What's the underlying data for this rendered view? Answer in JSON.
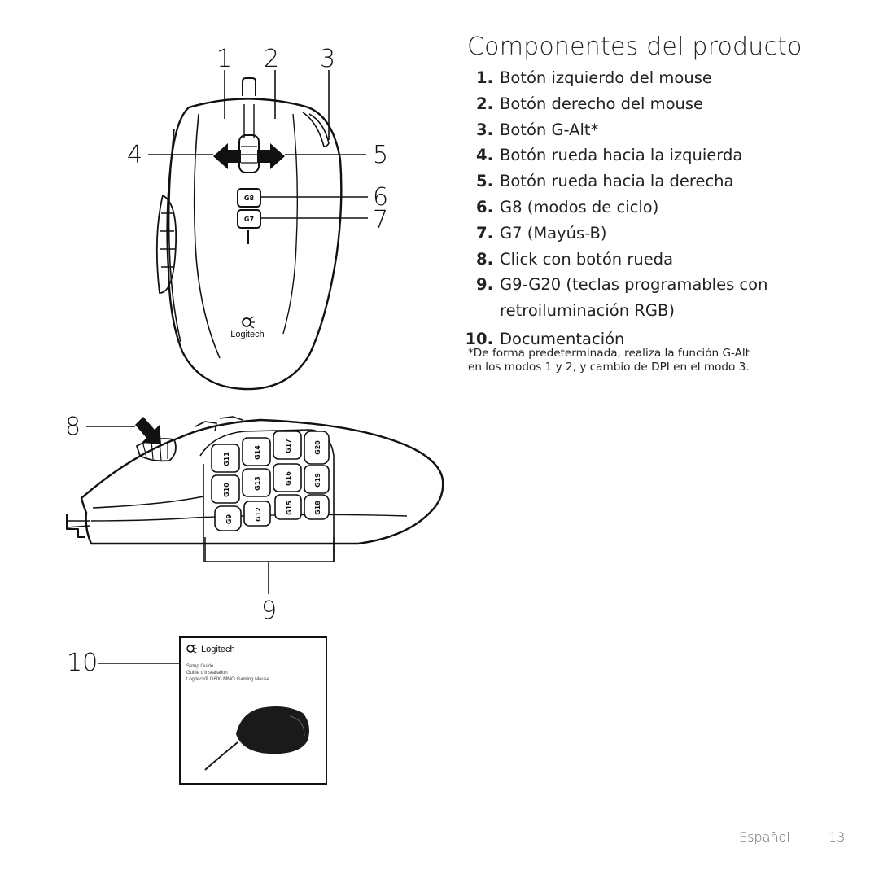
{
  "page": {
    "title": "Componentes del producto",
    "language": "Español",
    "page_number": "13"
  },
  "callouts": [
    "1",
    "2",
    "3",
    "4",
    "5",
    "6",
    "7",
    "8",
    "9",
    "10"
  ],
  "components": [
    {
      "num": "1.",
      "text": "Botón izquierdo del mouse"
    },
    {
      "num": "2.",
      "text": "Botón derecho del mouse"
    },
    {
      "num": "3.",
      "text": "Botón G-Alt*"
    },
    {
      "num": "4.",
      "text": "Botón rueda hacia la izquierda"
    },
    {
      "num": "5.",
      "text": "Botón rueda hacia la derecha"
    },
    {
      "num": "6.",
      "text": "G8 (modos de ciclo)"
    },
    {
      "num": "7.",
      "text": "G7 (Mayús-B)"
    },
    {
      "num": "8.",
      "text": "Click con botón rueda"
    },
    {
      "num": "9.",
      "text": "G9-G20 (teclas programables con retroiluminación RGB)"
    },
    {
      "num": "10.",
      "text": "Documentación"
    }
  ],
  "footnote": {
    "line1": "*De forma predeterminada, realiza la función G-Alt",
    "line2": "en los modos 1 y 2, y cambio de DPI en el modo 3."
  },
  "mouse_top": {
    "brand": "Logitech",
    "button_g8": "G8",
    "button_g7": "G7"
  },
  "side_keys": [
    "G9",
    "G10",
    "G11",
    "G12",
    "G13",
    "G14",
    "G15",
    "G16",
    "G17",
    "G18",
    "G19",
    "G20"
  ],
  "booklet": {
    "brand": "Logitech",
    "line1": "Setup Guide",
    "line2": "Guide d’installation",
    "line3": "Logitech® G600 MMO Gaming Mouse"
  }
}
